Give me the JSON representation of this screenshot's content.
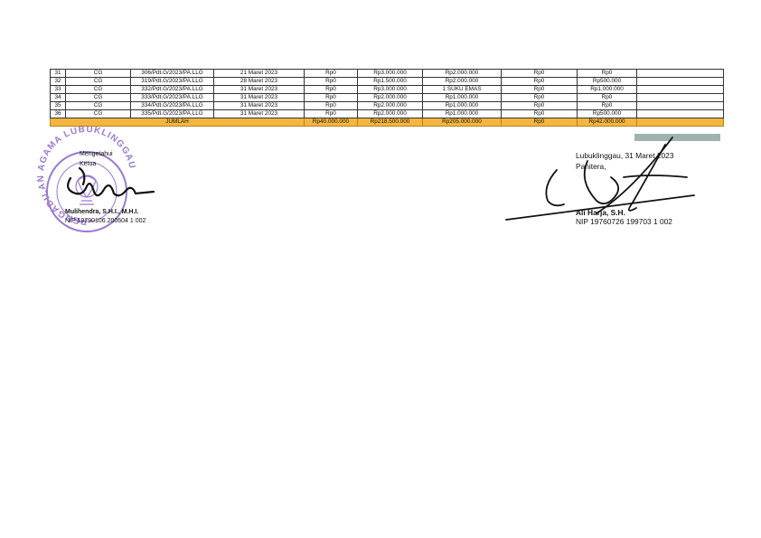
{
  "table": {
    "rows": [
      {
        "no": "31",
        "type": "CG",
        "case": "306/Pdt.G/2023/PA.LLG",
        "date": "21 Maret 2023",
        "v1": "Rp0",
        "v2": "Rp3.000.000",
        "v3": "Rp2.000.000",
        "v4": "Rp0",
        "v5": "Rp0"
      },
      {
        "no": "32",
        "type": "CG",
        "case": "319/Pdt.G/2023/PA.LLG",
        "date": "28 Maret 2023",
        "v1": "Rp0",
        "v2": "Rp1.500.000",
        "v3": "Rp2.000.000",
        "v4": "Rp0",
        "v5": "Rp500.000"
      },
      {
        "no": "33",
        "type": "CG",
        "case": "332/Pdt.G/2023/PA.LLG",
        "date": "31 Maret 2023",
        "v1": "Rp0",
        "v2": "Rp3.000.000",
        "v3": "1 SUKU EMAS",
        "v4": "Rp0",
        "v5": "Rp1.000.000"
      },
      {
        "no": "34",
        "type": "CG",
        "case": "333/Pdt.G/2023/PA.LLG",
        "date": "31 Maret 2023",
        "v1": "Rp0",
        "v2": "Rp2.000.000",
        "v3": "Rp1.000.000",
        "v4": "Rp0",
        "v5": "Rp0"
      },
      {
        "no": "35",
        "type": "CG",
        "case": "334/Pdt.G/2023/PA.LLG",
        "date": "31 Maret 2023",
        "v1": "Rp0",
        "v2": "Rp2.000.000",
        "v3": "Rp1.000.000",
        "v4": "Rp0",
        "v5": "Rp0"
      },
      {
        "no": "36",
        "type": "CG",
        "case": "335/Pdt.G/2023/PA.LLG",
        "date": "31 Maret 2023",
        "v1": "Rp0",
        "v2": "Rp2.000.000",
        "v3": "Rp1.000.000",
        "v4": "Rp0",
        "v5": "Rp500.000"
      }
    ],
    "total": {
      "label": "JUMLAH",
      "v1": "Rp40.000.000",
      "v2": "Rp218.500.000",
      "v3": "Rp205.000.000",
      "v4": "Rp0",
      "v5": "Rp42.000.000"
    }
  },
  "left_signature": {
    "label": "Mengetahui",
    "title": "Ketua",
    "name": "Mulihendra, S.H.I., M.H.I.",
    "nip": "NIP 19790106 200604 1 002",
    "stamp_text": "PENGADILAN AGAMA LUBUKLINGGAU"
  },
  "right_signature": {
    "place_date": "Lubuklinggau, 31 Maret 2023",
    "title": "Panitera,",
    "name": "Ali Harja, S.H.",
    "nip": "NIP 19760726 199703 1 002"
  },
  "colors": {
    "total_row": "#f4b63f",
    "teal_block": "#9fb3ae",
    "stamp": "#8a63c8"
  }
}
